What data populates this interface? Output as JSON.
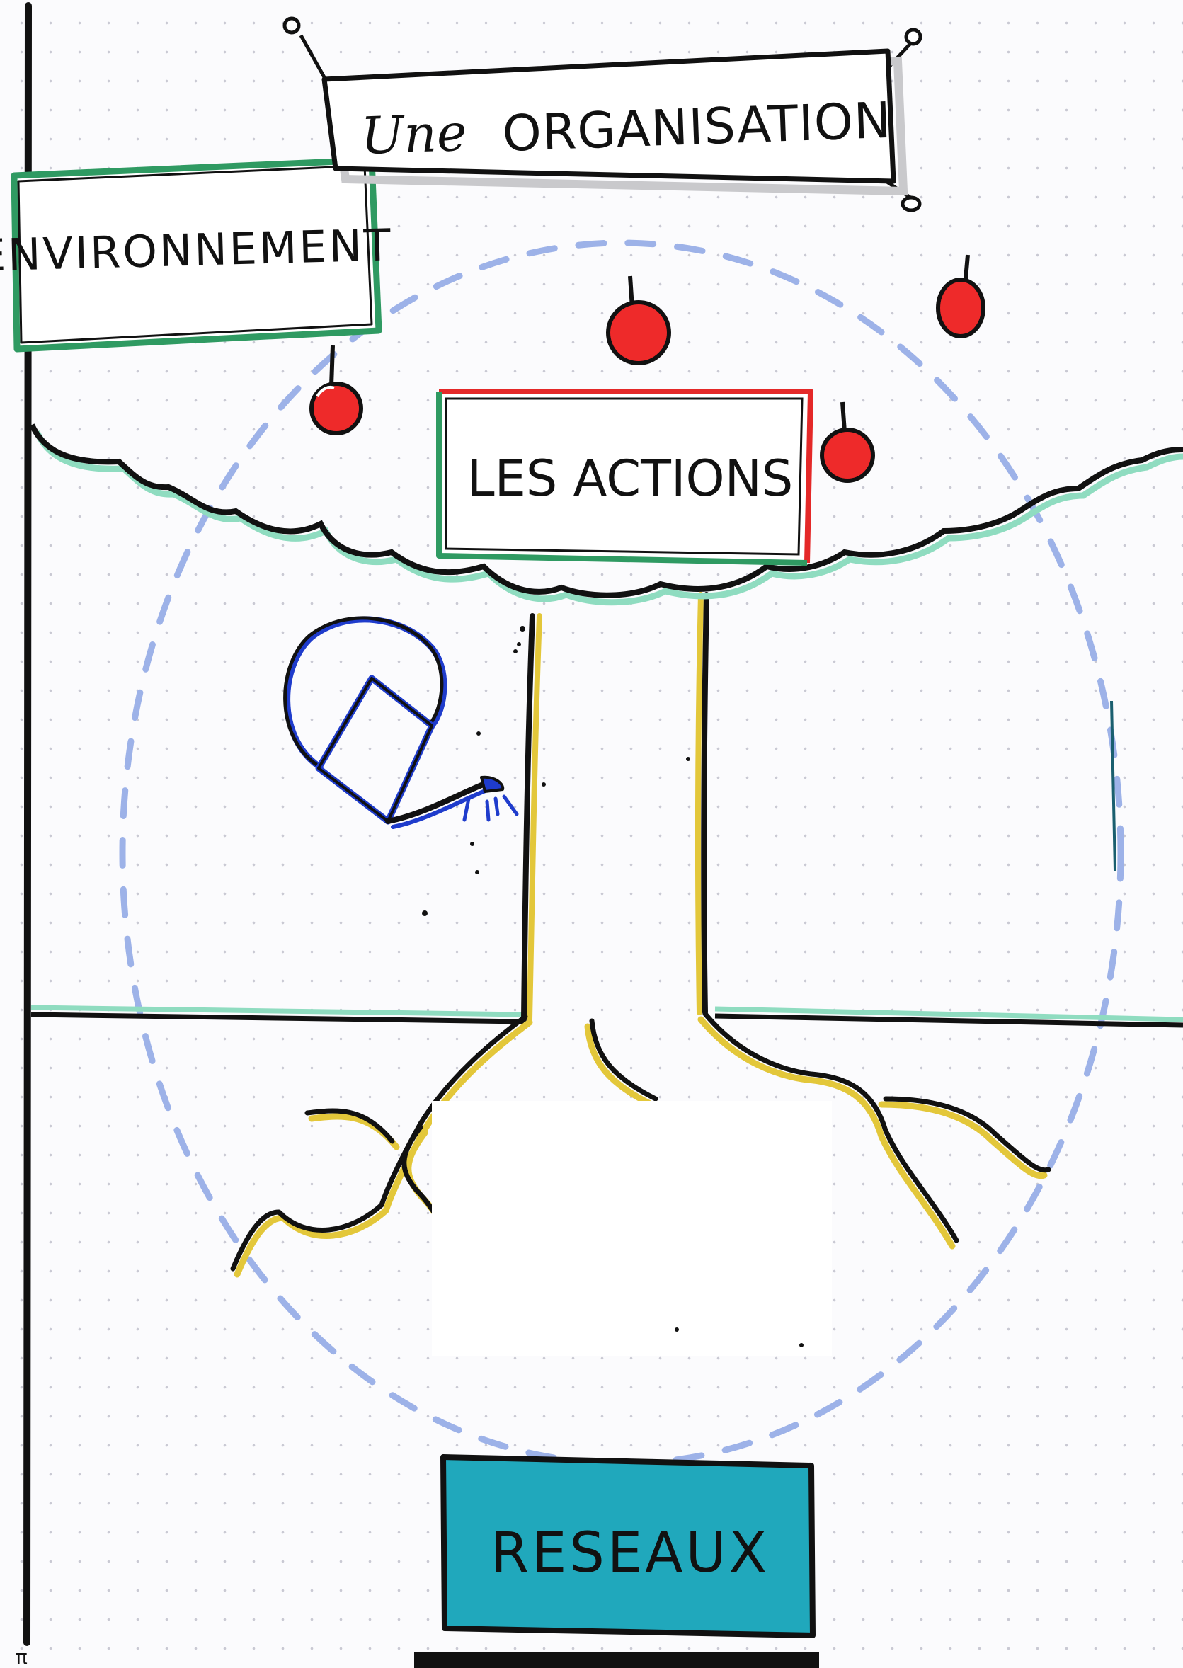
{
  "title_banner": {
    "prefix": "Une",
    "main": "ORGANISATION"
  },
  "labels": {
    "environment": "ENVIRONNEMENT",
    "actions": "LES ACTIONS",
    "networks": "RESEAUX"
  },
  "corner_mark": "π",
  "colors": {
    "ink": "#111111",
    "apple": "#ee2a2a",
    "environment_border": "#2f9a62",
    "actions_border_left": "#2f9a62",
    "actions_border_right": "#e42828",
    "leaf_shadow": "#8fdcc0",
    "trunk_edge": "#e3c73a",
    "watering_can": "#1f3ccc",
    "dashed_circle": "#9db2e8",
    "networks_fill": "#20a8bc"
  },
  "icons": [
    "apple-icon",
    "watering-can-icon"
  ]
}
